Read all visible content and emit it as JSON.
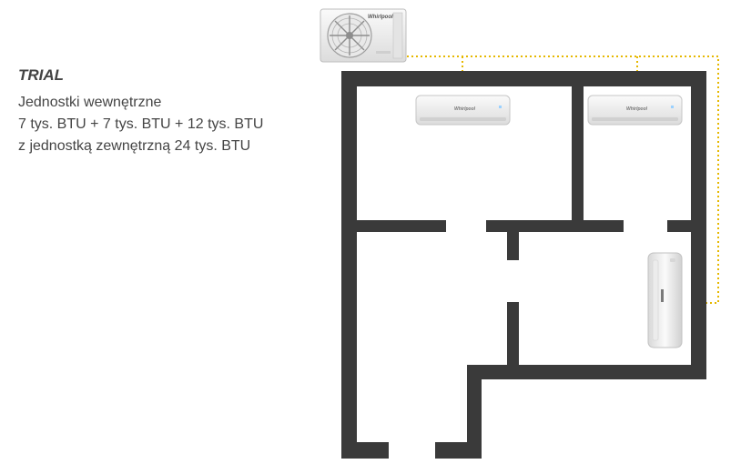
{
  "caption": {
    "title": "TRIAL",
    "line1": "Jednostki wewnętrzne",
    "line2": "7 tys. BTU + 7 tys. BTU + 12 tys. BTU",
    "line3": "z jednostką zewnętrzną 24 tys. BTU"
  },
  "units": {
    "outdoor_brand": "Whirlpool",
    "wall_brand": "Whirlpool"
  },
  "colors": {
    "wall": "#3a3a3a",
    "pipe": "#e6b800",
    "unit_body": "#f2f2f2",
    "unit_shadow": "#c9c9c9"
  }
}
